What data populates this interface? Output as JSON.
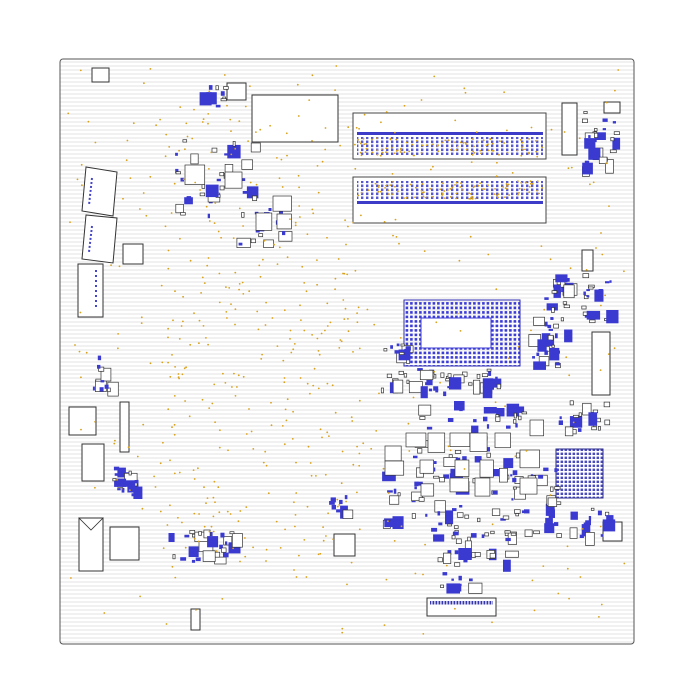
{
  "diagram": {
    "kind": "pcb-layout",
    "colors": {
      "background": "#ffffff",
      "board_outline": "#555555",
      "hatch": "#d8d8d8",
      "component_outline": "#333333",
      "pad": "#3a3ad0",
      "pad_dark": "#2a2a8a",
      "via": "#d9a21b"
    },
    "components": [
      {
        "name": "usb-connector-1",
        "kind": "connector"
      },
      {
        "name": "usb-connector-2",
        "kind": "connector"
      },
      {
        "name": "hdmi-connector",
        "kind": "connector"
      },
      {
        "name": "dimm-slot-1",
        "kind": "memory-slot"
      },
      {
        "name": "dimm-slot-2",
        "kind": "memory-slot"
      },
      {
        "name": "cpu-socket",
        "kind": "processor"
      },
      {
        "name": "pch-chip",
        "kind": "chipset"
      },
      {
        "name": "bottom-header",
        "kind": "header"
      },
      {
        "name": "side-connector",
        "kind": "connector"
      }
    ]
  }
}
